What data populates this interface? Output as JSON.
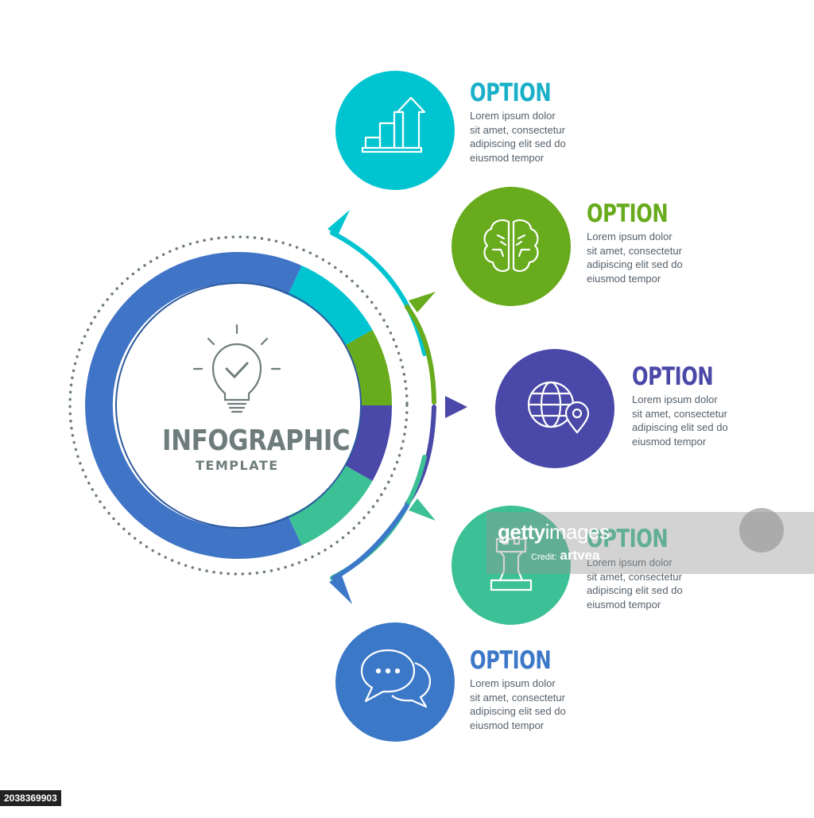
{
  "center": {
    "title": "INFOGRAPHIC",
    "subtitle": "TEMPLATE",
    "icon": "lightbulb-check-icon"
  },
  "colors": {
    "ring": "#3f74c6",
    "teal": "#00c4d0",
    "green": "#68ab1d",
    "indigo": "#4a48a8",
    "mint": "#3cc095",
    "blue": "#3c78c8",
    "text_gray": "#6f7c7c"
  },
  "options": [
    {
      "title": "OPTION",
      "icon": "growth-chart-icon",
      "color": "#00c4d0",
      "title_color": "#1ab0c8",
      "lines": [
        "Lorem ipsum dolor",
        "sit amet, consectetur",
        "adipiscing elit  sed do",
        "eiusmod tempor"
      ]
    },
    {
      "title": "OPTION",
      "icon": "brain-icon",
      "color": "#68ab1d",
      "title_color": "#68ab1d",
      "lines": [
        "Lorem ipsum dolor",
        "sit amet, consectetur",
        "adipiscing elit  sed do",
        "eiusmod tempor"
      ]
    },
    {
      "title": "OPTION",
      "icon": "globe-location-icon",
      "color": "#4a48a8",
      "title_color": "#4a48a8",
      "lines": [
        "Lorem ipsum dolor",
        "sit amet, consectetur",
        "adipiscing elit  sed do",
        "eiusmod tempor"
      ]
    },
    {
      "title": "OPTION",
      "icon": "chess-rook-icon",
      "color": "#3cc095",
      "title_color": "#3cc095",
      "lines": [
        "Lorem ipsum dolor",
        "sit amet, consectetur",
        "adipiscing elit  sed do",
        "eiusmod tempor"
      ]
    },
    {
      "title": "OPTION",
      "icon": "chat-bubbles-icon",
      "color": "#3c78c8",
      "title_color": "#3c78c8",
      "lines": [
        "Lorem ipsum dolor",
        "sit amet, consectetur",
        "adipiscing elit  sed do",
        "eiusmod tempor"
      ]
    }
  ],
  "watermark": {
    "brand_bold": "getty",
    "brand_rest": "images",
    "credit": "Credit:",
    "author": "artvea"
  },
  "stock_id": "2038369903"
}
